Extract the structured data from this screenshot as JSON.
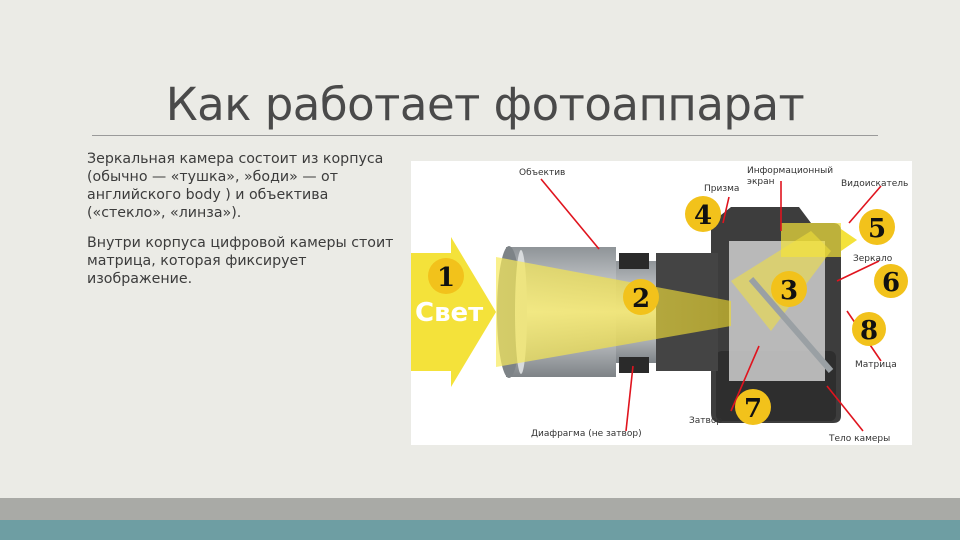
{
  "slide": {
    "title": "Как работает фотоаппарат",
    "paragraphs": [
      "Зеркальная камера состоит из корпуса (обычно — «тушка», »боди» — от английского body ) и объектива («стекло», «линза»).",
      "Внутри корпуса цифровой камеры стоит матрица, которая фиксирует изображение."
    ]
  },
  "diagram": {
    "light_label": "Свет",
    "labels": {
      "lens": "Объектив",
      "prism": "Призма",
      "info_screen": "Информационный\nэкран",
      "viewfinder": "Видоискатель",
      "mirror": "Зеркало",
      "sensor": "Матрица",
      "shutter": "Затвор",
      "aperture": "Диафрагма (не затвор)",
      "body": "Тело камеры"
    },
    "numbers": [
      "1",
      "2",
      "3",
      "4",
      "5",
      "6",
      "7",
      "8"
    ],
    "colors": {
      "number_badge": "#f2c21b",
      "arrow": "#e0141e",
      "light_beam": "#f4e23a",
      "camera_body": "#3d3d3d",
      "lens_metal": "#b8bcbf"
    }
  }
}
